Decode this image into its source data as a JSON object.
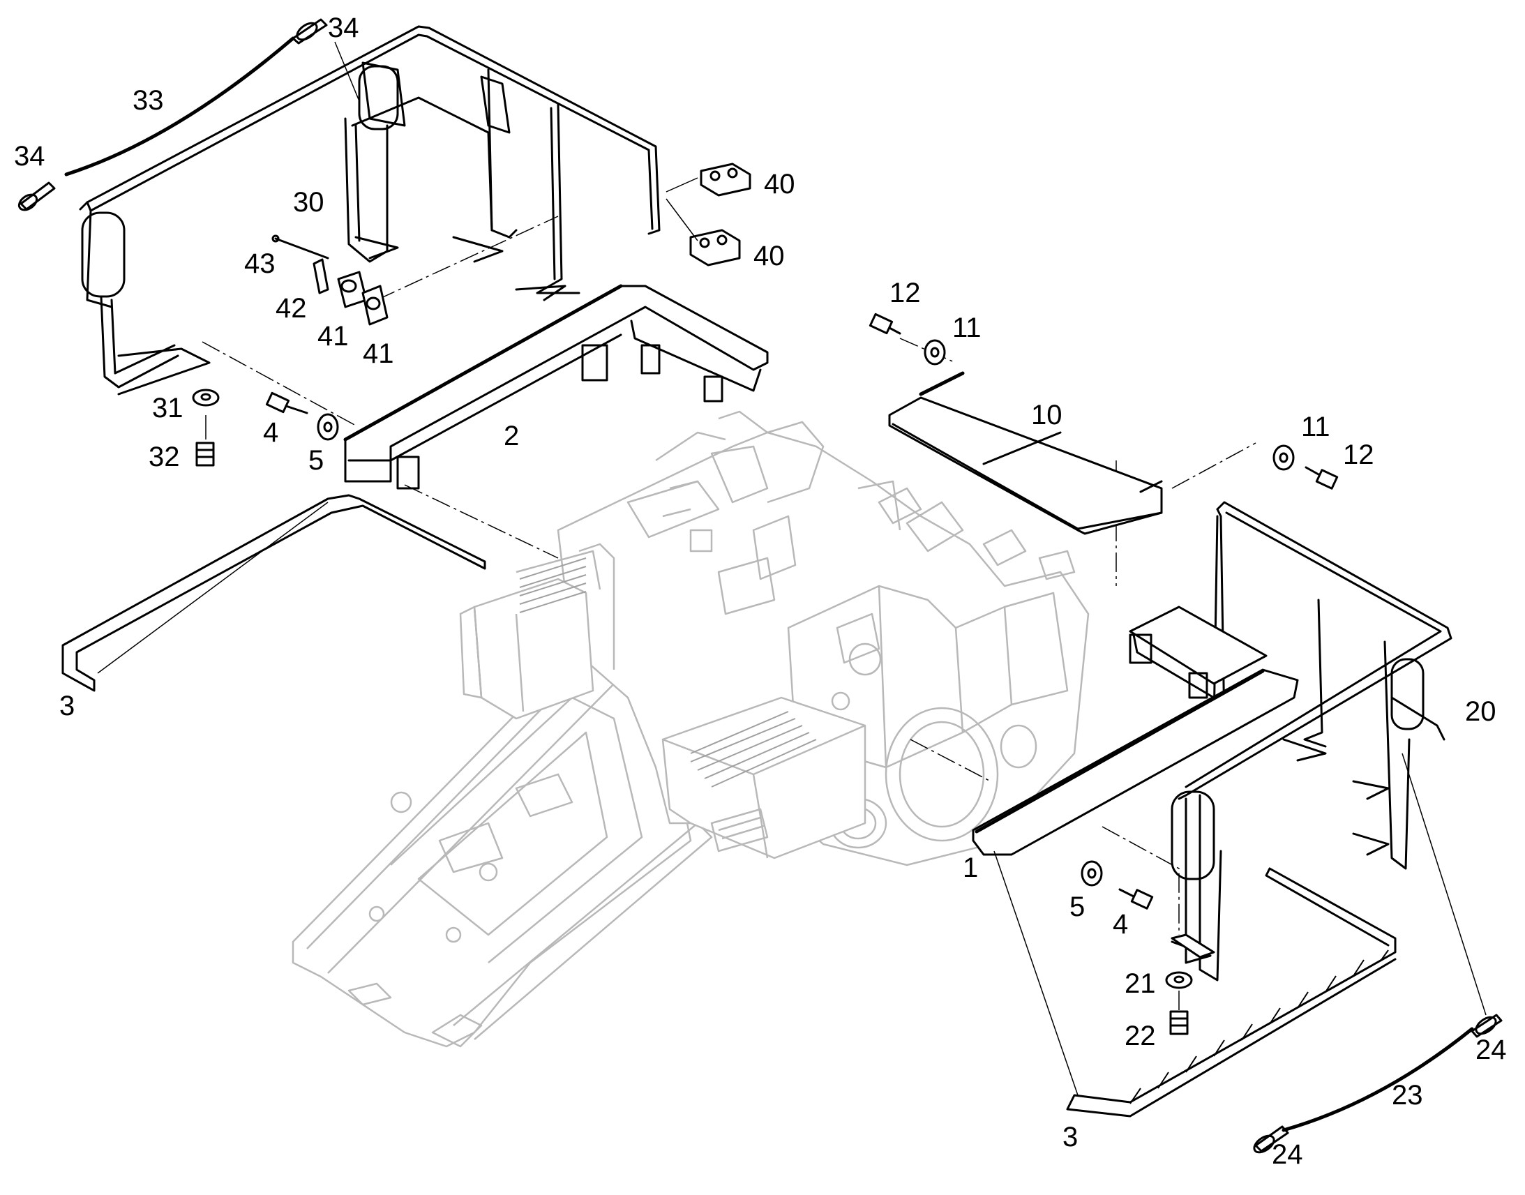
{
  "callouts": {
    "c1": "1",
    "c2": "2",
    "c3a": "3",
    "c3b": "3",
    "c4a": "4",
    "c4b": "4",
    "c5a": "5",
    "c5b": "5",
    "c10": "10",
    "c11a": "11",
    "c11b": "11",
    "c12a": "12",
    "c12b": "12",
    "c20": "20",
    "c21": "21",
    "c22": "22",
    "c23": "23",
    "c24a": "24",
    "c24b": "24",
    "c30": "30",
    "c31": "31",
    "c32": "32",
    "c33": "33",
    "c34a": "34",
    "c34b": "34",
    "c40a": "40",
    "c40b": "40",
    "c41a": "41",
    "c41b": "41",
    "c42": "42",
    "c43": "43"
  },
  "colors": {
    "part_stroke": "#000000",
    "machine_frame_stroke": "#b8b8b8",
    "background": "#ffffff"
  }
}
